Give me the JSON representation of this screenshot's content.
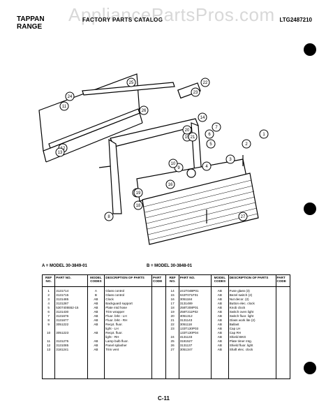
{
  "header": {
    "brand_line1": "TAPPAN",
    "brand_line2": "RANGE",
    "center_title": "FACTORY PARTS CATALOG",
    "model_number": "LTG2487210",
    "watermark": "AppliancePartsPros.com"
  },
  "legend": {
    "a": "A = MODEL 30-3849-01",
    "b": "B = MODEL 30-3848-01"
  },
  "table": {
    "headers": {
      "ref": "REF NO.",
      "part": "PART NO.",
      "model_codes": "MODEL CODES",
      "description": "DESCRIPTION OF PARTS",
      "part_code": "PART CODE"
    },
    "left": [
      {
        "ref": "1",
        "part": "3131714",
        "code": "A",
        "desc": "Glass control"
      },
      {
        "ref": "2",
        "part": "3131715",
        "code": "B",
        "desc": "Glass control"
      },
      {
        "ref": "3",
        "part": "3131485",
        "code": "AB",
        "desc": "Clock"
      },
      {
        "ref": "4",
        "part": "3131287",
        "code": "AB",
        "desc": "Backguard support"
      },
      {
        "ref": "5",
        "part": "5307405552-15",
        "code": "AB",
        "desc": "Plate mtd hose"
      },
      {
        "ref": "6",
        "part": "3131430",
        "code": "AB",
        "desc": "Trim wrapper"
      },
      {
        "ref": "7",
        "part": "3131676",
        "code": "AB",
        "desc": "Fluor. brkt - LH"
      },
      {
        "ref": "8",
        "part": "3131677",
        "code": "AB",
        "desc": "Fluor. brkt - RH"
      },
      {
        "ref": "9",
        "part": "3051222",
        "code": "AB",
        "desc": "Recpt. fluor."
      },
      {
        "ref": "",
        "part": "",
        "code": "",
        "desc": "light - LH"
      },
      {
        "ref": "10",
        "part": "3051223",
        "code": "AB",
        "desc": "Recpt. fluor."
      },
      {
        "ref": "",
        "part": "",
        "code": "",
        "desc": "light - RH"
      },
      {
        "ref": "11",
        "part": "3131275",
        "code": "AB",
        "desc": "Lamp bulb fluor."
      },
      {
        "ref": "12",
        "part": "3131085",
        "code": "AB",
        "desc": "Panel splasher"
      },
      {
        "ref": "13",
        "part": "3181241",
        "code": "AB",
        "desc": "Trim vent"
      }
    ],
    "right": [
      {
        "ref": "14",
        "part": "241T04BP01",
        "code": "AB",
        "desc": "Fuse glass (3)"
      },
      {
        "ref": "15",
        "part": "043T071F01",
        "code": "AB",
        "desc": "Bezel switch (2)"
      },
      {
        "ref": "16",
        "part": "3051184",
        "code": "AB",
        "desc": "Nut decor. (2)"
      },
      {
        "ref": "17",
        "part": "3131489",
        "code": "AB",
        "desc": "Button elec. clock"
      },
      {
        "ref": "18",
        "part": "258T208P01",
        "code": "AB",
        "desc": "Knob clock"
      },
      {
        "ref": "19",
        "part": "258T211P02",
        "code": "AB",
        "desc": "Switch oven light"
      },
      {
        "ref": "20",
        "part": "3051312",
        "code": "AB",
        "desc": "Switch fluor. light"
      },
      {
        "ref": "21",
        "part": "3131143",
        "code": "AB",
        "desc": "Glass work lite (2)"
      },
      {
        "ref": "22",
        "part": "3051118",
        "code": "AB",
        "desc": "Ballast"
      },
      {
        "ref": "23",
        "part": "133T130P03",
        "code": "AB",
        "desc": "Cap LH"
      },
      {
        "ref": "",
        "part": "133T130P04",
        "code": "AB",
        "desc": "Cap RH"
      },
      {
        "ref": "24",
        "part": "3131133",
        "code": "AB",
        "desc": "Shield BKG"
      },
      {
        "ref": "25",
        "part": "3181527",
        "code": "AB",
        "desc": "Plate timer mtg."
      },
      {
        "ref": "26",
        "part": "3131137",
        "code": "AB",
        "desc": "Shield fluor. light"
      },
      {
        "ref": "27",
        "part": "3051347",
        "code": "AB",
        "desc": "Shaft elec. clock"
      }
    ]
  },
  "callouts": [
    "1",
    "2",
    "3",
    "4",
    "5",
    "6",
    "7",
    "8",
    "9",
    "10",
    "11",
    "12",
    "13",
    "14",
    "15",
    "16",
    "17",
    "18",
    "19",
    "20",
    "21",
    "22",
    "23",
    "24",
    "25",
    "26",
    "27"
  ],
  "page_number": "C-11"
}
